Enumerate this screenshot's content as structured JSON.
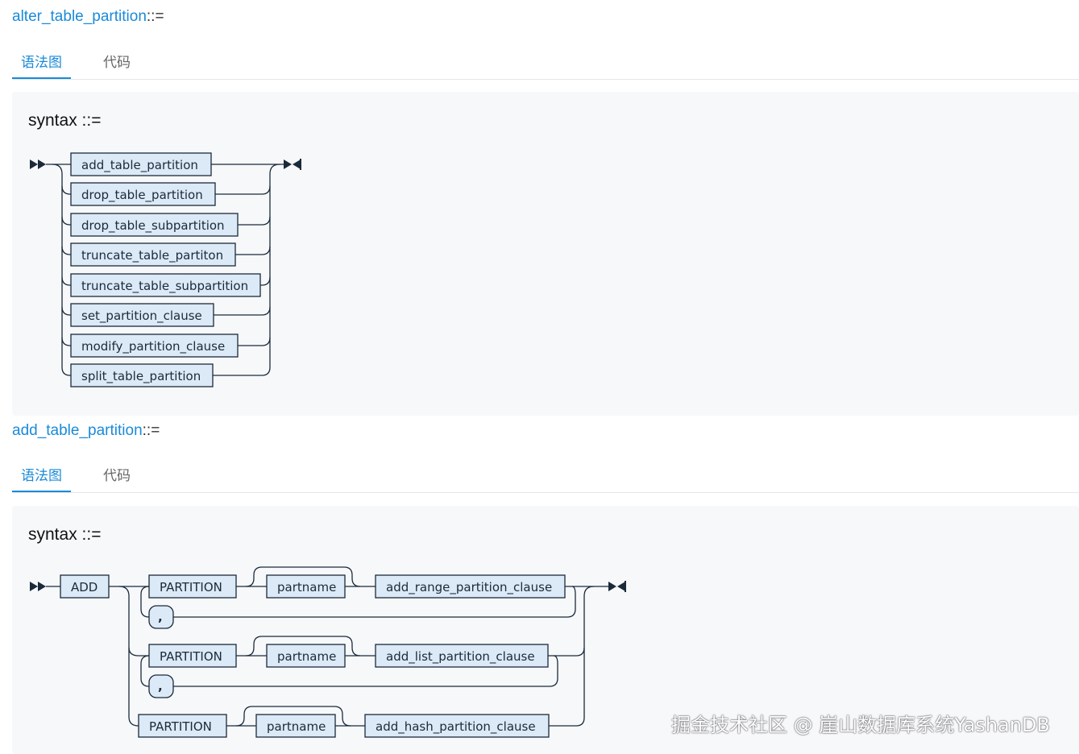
{
  "rules": [
    {
      "name": "alter_table_partition",
      "separator": "::=",
      "tabs": {
        "diagram": "语法图",
        "code": "代码"
      },
      "syntax_label": "syntax",
      "syntax_sep": "::=",
      "nodes": [
        "add_table_partition",
        "drop_table_partition",
        "drop_table_subpartition",
        "truncate_table_partiton",
        "truncate_table_subpartition",
        "set_partition_clause",
        "modify_partition_clause",
        "split_table_partition"
      ]
    },
    {
      "name": "add_table_partition",
      "separator": "::=",
      "tabs": {
        "diagram": "语法图",
        "code": "代码"
      },
      "syntax_label": "syntax",
      "syntax_sep": "::=",
      "nodes": {
        "add": "ADD",
        "partition_1": "PARTITION",
        "partname_1": "partname",
        "clause_1": "add_range_partition_clause",
        "comma_1": ",",
        "partition_2": "PARTITION",
        "partname_2": "partname",
        "clause_2": "add_list_partition_clause",
        "comma_2": ",",
        "partition_3": "PARTITION",
        "partname_3": "partname",
        "clause_3": "add_hash_partition_clause"
      }
    }
  ],
  "watermark": "掘金技术社区 @ 崖山数据库系统YashanDB"
}
